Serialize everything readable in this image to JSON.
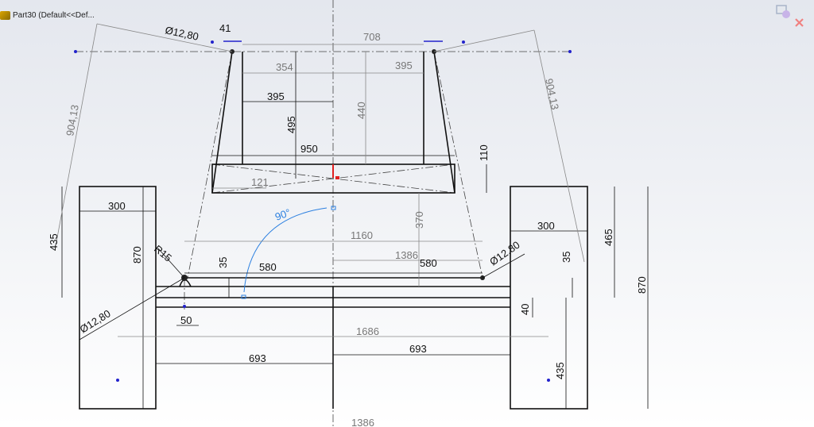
{
  "document": {
    "title": "Part30  (Default<<Def..."
  },
  "toolbar": {
    "rebuild_icon": "rebuild-icon",
    "close_icon": "close-icon"
  },
  "colors": {
    "accent": "#2a7fe0",
    "relation": "#e02020",
    "close": "#f08080"
  },
  "dimensions": {
    "d41": "41",
    "d708": "708",
    "dia_top_left": "Ø12,80",
    "d354": "354",
    "d395_top_right": "395",
    "d395_left": "395",
    "d440": "440",
    "d495": "495",
    "d904_left": "904,13",
    "d904_right": "904,13",
    "d950": "950",
    "d110": "110",
    "d121": "121",
    "d300_left": "300",
    "d300_right": "300",
    "d90": "90°",
    "d370": "370",
    "d1160": "1160",
    "d1386_mid": "1386",
    "d435_left": "435",
    "d870_left": "870",
    "r15": "R15",
    "d35_left": "35",
    "d580_left": "580",
    "d580_right": "580",
    "dia_right": "Ø12,80",
    "d35_right": "35",
    "d465": "465",
    "d870_right": "870",
    "d40": "40",
    "dia_left": "Ø12,80",
    "d50": "50",
    "d1686": "1686",
    "d693_left": "693",
    "d693_right": "693",
    "d435_right": "435",
    "d1386_bottom": "1386"
  }
}
